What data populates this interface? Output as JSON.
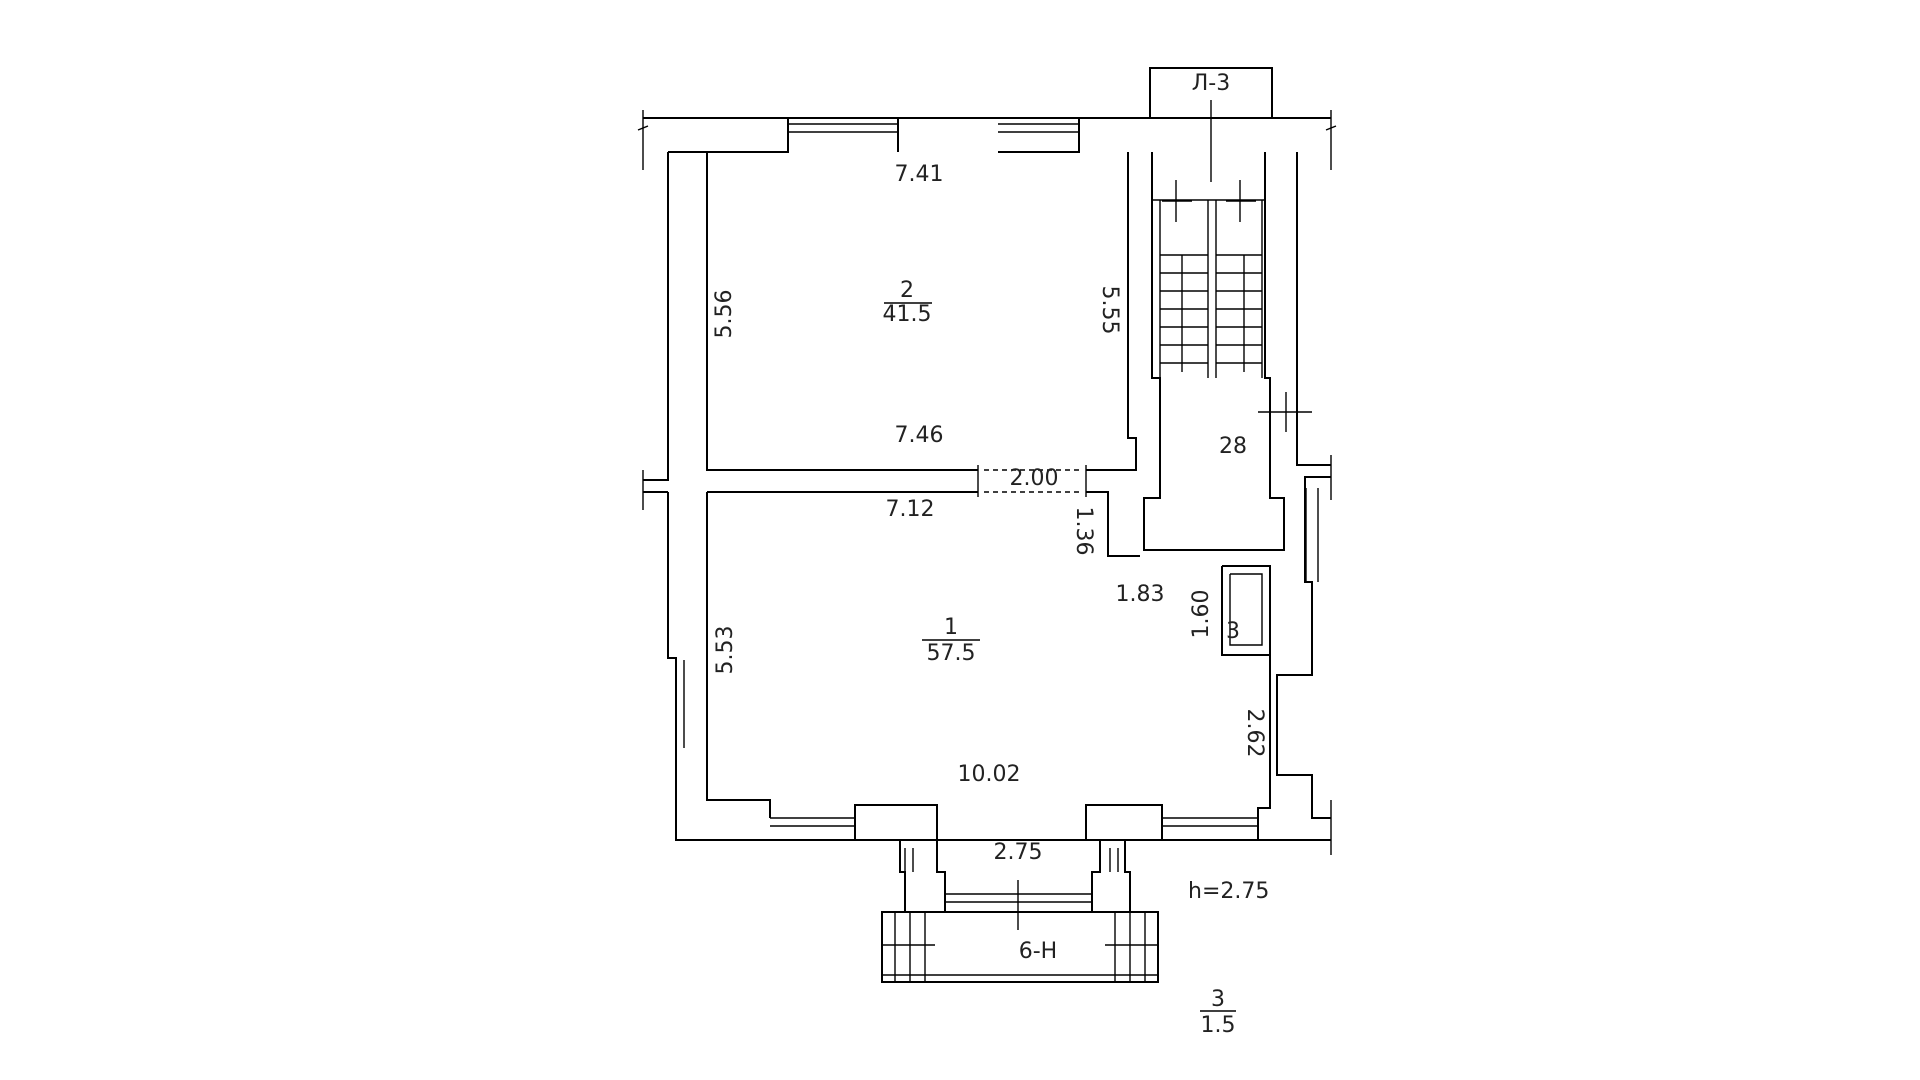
{
  "labels": {
    "stair": "Л-3",
    "room2_number": "2",
    "room2_area": "41.5",
    "room1_number": "1",
    "room1_area": "57.5",
    "room28": "28",
    "room3": "3",
    "entry": "6-Н",
    "height": "h=2.75",
    "fraction_num": "3",
    "fraction_den": "1.5"
  },
  "dimensions": {
    "r2_top": "7.41",
    "r2_left": "5.56",
    "r2_right": "5.55",
    "r2_bottom": "7.46",
    "opening": "2.00",
    "r1_top": "7.12",
    "r1_step": "1.36",
    "r1_mid": "1.83",
    "wc_height": "1.60",
    "r1_left": "5.53",
    "r1_right": "2.62",
    "r1_bottom": "10.02",
    "entrance": "2.75"
  }
}
